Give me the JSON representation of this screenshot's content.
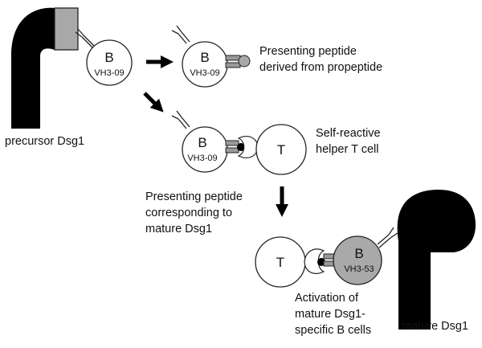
{
  "labels": {
    "precursor": "precursor Dsg1",
    "mature": "mature Dsg1",
    "presenting_propeptide": [
      "Presenting peptide",
      "derived from propeptide"
    ],
    "self_reactive": [
      "Self-reactive",
      "helper T cell"
    ],
    "presenting_mature": [
      "Presenting peptide",
      "corresponding to",
      "mature Dsg1"
    ],
    "activation": [
      "Activation of",
      "mature Dsg1-",
      "specific B cells"
    ]
  },
  "cells": {
    "b_cell_1": {
      "letter": "B",
      "clone": "VH3-09"
    },
    "b_cell_2": {
      "letter": "B",
      "clone": "VH3-09"
    },
    "b_cell_3": {
      "letter": "B",
      "clone": "VH3-09"
    },
    "t_cell_1": {
      "letter": "T"
    },
    "t_cell_2": {
      "letter": "T"
    },
    "b_cell_4": {
      "letter": "B",
      "clone": "VH3-53"
    }
  },
  "colors": {
    "protein": "#000000",
    "propeptide": "#a8a8a8",
    "activated_b_cell": "#a9a9a9",
    "mhc": "#9a9a9a",
    "line": "#222222"
  }
}
